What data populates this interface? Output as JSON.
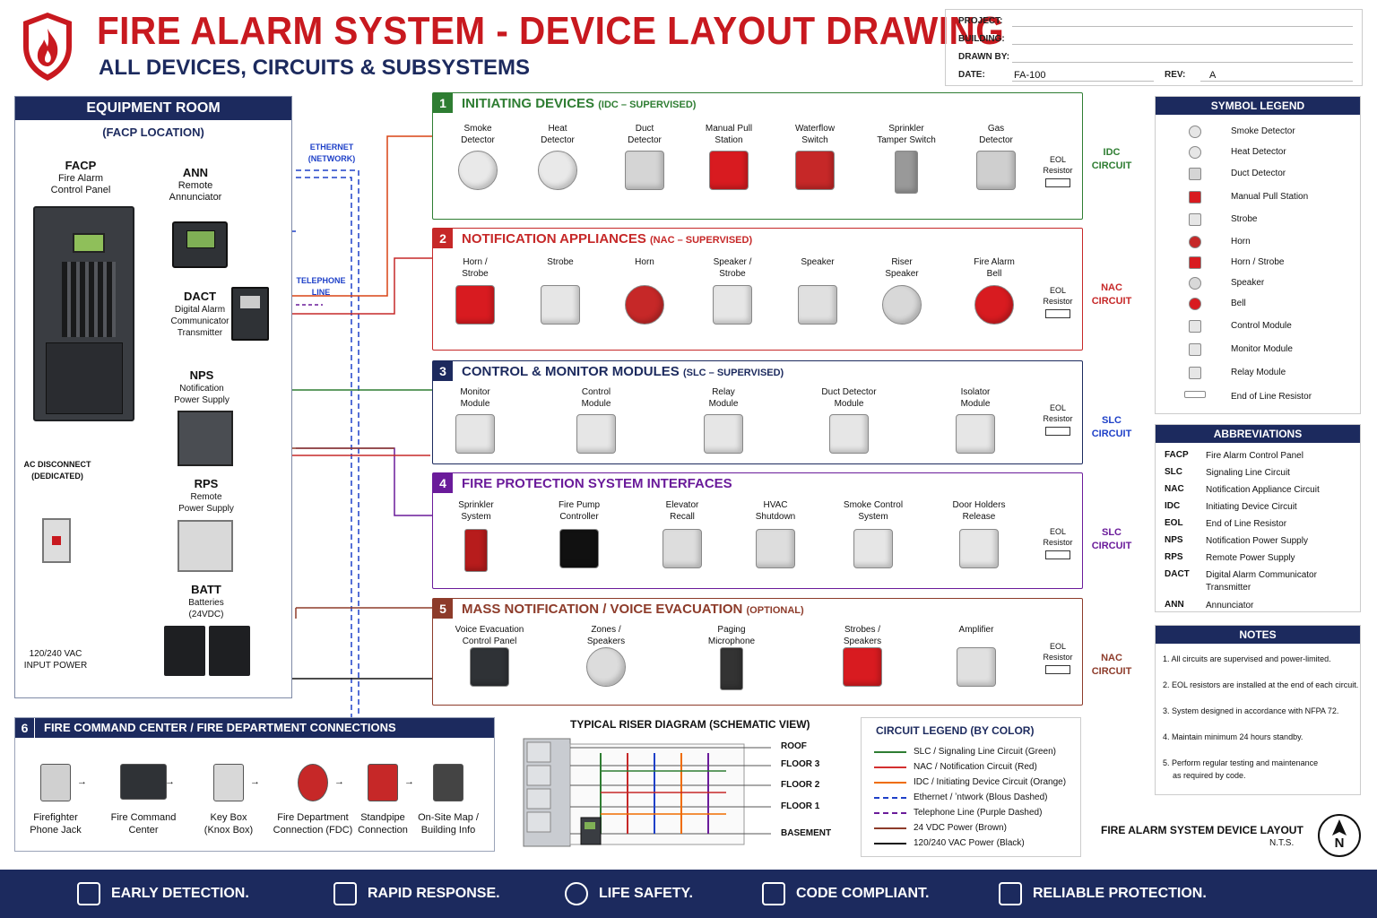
{
  "header": {
    "title": "FIRE ALARM SYSTEM - DEVICE LAYOUT DRAWING",
    "subtitle": "ALL DEVICES, CIRCUITS & SUBSYSTEMS",
    "logo_icon": "flame-shield-icon"
  },
  "title_block": {
    "project_label": "PROJECT:",
    "building_label": "BUILDING:",
    "drawn_by_label": "DRAWN BY:",
    "date_label": "DATE:",
    "date_value": "FA-100",
    "rev_label": "REV:",
    "rev_value": "A"
  },
  "equipment_room": {
    "title": "EQUIPMENT ROOM",
    "subtitle": "(FACP LOCATION)",
    "facp_name": "FACP",
    "facp_desc": "Fire Alarm Control Panel",
    "ann_name": "ANN",
    "ann_desc": "Remote Annunciator",
    "dact_name": "DACT",
    "dact_desc1": "Digital Alarm",
    "dact_desc2": "Communicator",
    "dact_desc3": "Transmitter",
    "nps_name": "NPS",
    "nps_desc1": "Notification",
    "nps_desc2": "Power Supply",
    "rps_name": "RPS",
    "rps_desc1": "Remote",
    "rps_desc2": "Power Supply",
    "batt_name": "BATT",
    "batt_desc1": "Batteries",
    "batt_desc2": "(24VDC)",
    "ac_disc1": "AC DISCONNECT",
    "ac_disc2": "(DEDICATED)",
    "power1": "120/240 VAC",
    "power2": "INPUT POWER",
    "ethernet1": "ETHERNET",
    "ethernet2": "(NETWORK)",
    "telephone1": "TELEPHONE",
    "telephone2": "LINE"
  },
  "sections": {
    "s1": {
      "num": "1",
      "title": "INITIATING DEVICES",
      "tag": "(IDC – SUPERVISED)",
      "circuit1": "IDC",
      "circuit2": "CIRCUIT",
      "devices": [
        [
          "Smoke",
          "Detector"
        ],
        [
          "Heat",
          "Detector"
        ],
        [
          "Duct",
          "Detector"
        ],
        [
          "Manual Pull",
          "Station"
        ],
        [
          "Waterflow",
          "Switch"
        ],
        [
          "Sprinkler",
          "Tamper Switch"
        ],
        [
          "Gas",
          "Detector"
        ]
      ]
    },
    "s2": {
      "num": "2",
      "title": "NOTIFICATION APPLIANCES",
      "tag": "(NAC – SUPERVISED)",
      "circuit1": "NAC",
      "circuit2": "CIRCUIT",
      "devices": [
        [
          "Horn /",
          "Strobe"
        ],
        [
          "Strobe",
          ""
        ],
        [
          "Horn",
          ""
        ],
        [
          "Speaker /",
          "Strobe"
        ],
        [
          "Speaker",
          ""
        ],
        [
          "Riser",
          "Speaker"
        ],
        [
          "Fire Alarm",
          "Bell"
        ]
      ]
    },
    "s3": {
      "num": "3",
      "title": "CONTROL & MONITOR MODULES",
      "tag": "(SLC – SUPERVISED)",
      "circuit1": "SLC",
      "circuit2": "CIRCUIT",
      "devices": [
        [
          "Monitor",
          "Module"
        ],
        [
          "Control",
          "Module"
        ],
        [
          "Relay",
          "Module"
        ],
        [
          "Duct Detector",
          "Module"
        ],
        [
          "Isolator",
          "Module"
        ]
      ]
    },
    "s4": {
      "num": "4",
      "title": "FIRE PROTECTION SYSTEM INTERFACES",
      "tag": "",
      "circuit1": "SLC",
      "circuit2": "CIRCUIT",
      "devices": [
        [
          "Sprinkler",
          "System"
        ],
        [
          "Fire Pump",
          "Controller"
        ],
        [
          "Elevator",
          "Recall"
        ],
        [
          "HVAC",
          "Shutdown"
        ],
        [
          "Smoke Control",
          "System"
        ],
        [
          "Door Holders",
          "Release"
        ]
      ]
    },
    "s5": {
      "num": "5",
      "title": "MASS NOTIFICATION / VOICE EVACUATION",
      "tag": "(OPTIONAL)",
      "circuit1": "NAC",
      "circuit2": "CIRCUIT",
      "devices": [
        [
          "Voice Evacuation",
          "Control Panel"
        ],
        [
          "Zones /",
          "Speakers"
        ],
        [
          "Paging",
          "Microphone"
        ],
        [
          "Strobes /",
          "Speakers"
        ],
        [
          "Amplifier",
          ""
        ]
      ]
    }
  },
  "eol": {
    "line1": "EOL",
    "line2": "Resistor"
  },
  "fcc": {
    "num": "6",
    "title": "FIRE COMMAND CENTER / FIRE DEPARTMENT CONNECTIONS",
    "items": [
      [
        "Firefighter",
        "Phone Jack"
      ],
      [
        "Fire Command",
        "Center"
      ],
      [
        "Key Box",
        "(Knox Box)"
      ],
      [
        "Fire Department",
        "Connection (FDC)"
      ],
      [
        "Standpipe",
        "Connection"
      ],
      [
        "On-Site Map /",
        "Building Info"
      ]
    ]
  },
  "riser": {
    "title": "TYPICAL RISER DIAGRAM (SCHEMATIC VIEW)",
    "floors": [
      "ROOF",
      "FLOOR 3",
      "FLOOR 2",
      "FLOOR 1",
      "BASEMENT"
    ]
  },
  "circuit_legend": {
    "title": "CIRCUIT LEGEND (BY COLOR)",
    "items": [
      {
        "label": "SLC / Signaling Line Circuit (Green)",
        "color": "#2e7d32",
        "style": "solid"
      },
      {
        "label": "NAC / Notification Circuit (Red)",
        "color": "#d32f2f",
        "style": "solid"
      },
      {
        "label": "IDC / Initiating Device Circuit (Orange)",
        "color": "#ef6c00",
        "style": "solid"
      },
      {
        "label": "Ethernet / ʼntwork (Blous Dashed)",
        "color": "#1e40c8",
        "style": "dashed"
      },
      {
        "label": "Telephone Line (Purple Dashed)",
        "color": "#6a1b9a",
        "style": "dashed"
      },
      {
        "label": "24 VDC Power (Brown)",
        "color": "#8d3b2a",
        "style": "solid"
      },
      {
        "label": "120/240 VAC Power (Black)",
        "color": "#111111",
        "style": "solid"
      }
    ]
  },
  "symbol_legend": {
    "title": "SYMBOL LEGEND",
    "items": [
      "Smoke Detector",
      "Heat Detector",
      "Duct Detector",
      "Manual Pull Station",
      "Strobe",
      "Horn",
      "Horn / Strobe",
      "Speaker",
      "Bell",
      "Control Module",
      "Monitor Module",
      "Relay Module",
      "End of Line Resistor"
    ]
  },
  "abbreviations": {
    "title": "ABBREVIATIONS",
    "items": [
      [
        "FACP",
        "Fire Alarm Control Panel"
      ],
      [
        "SLC",
        "Signaling Line Circuit"
      ],
      [
        "NAC",
        "Notification Appliance Circuit"
      ],
      [
        "IDC",
        "Initiating Device Circuit"
      ],
      [
        "EOL",
        "End of Line Resistor"
      ],
      [
        "NPS",
        "Notification Power Supply"
      ],
      [
        "RPS",
        "Remote Power Supply"
      ],
      [
        "DACT",
        "Digital Alarm Communicator Transmitter"
      ],
      [
        "ANN",
        "Annunciator"
      ]
    ]
  },
  "notes": {
    "title": "NOTES",
    "items": [
      "1. All circuits are supervised and power-limited.",
      "2. EOL resistors are installed at the end of each circuit.",
      "3. System designed in accordance with NFPA 72.",
      "4. Maintain minimum 24 hours standby.",
      "5. Perform regular testing and maintenance",
      "as required by code."
    ]
  },
  "drawing_label": {
    "title": "FIRE ALARM SYSTEM DEVICE LAYOUT",
    "scale": "N.T.S.",
    "north": "N"
  },
  "footer": {
    "items": [
      {
        "label": "EARLY DETECTION.",
        "icon": "shield-flame-icon"
      },
      {
        "label": "RAPID RESPONSE.",
        "icon": "flame-icon"
      },
      {
        "label": "LIFE SAFETY.",
        "icon": "people-icon"
      },
      {
        "label": "CODE COMPLIANT.",
        "icon": "clipboard-check-icon"
      },
      {
        "label": "RELIABLE PROTECTION.",
        "icon": "tools-icon"
      }
    ]
  },
  "colors": {
    "red": "#c8191f",
    "navy": "#1c2a5e",
    "green": "#2e7d32",
    "purple": "#6a1b9a",
    "brown": "#8d3b2a"
  }
}
